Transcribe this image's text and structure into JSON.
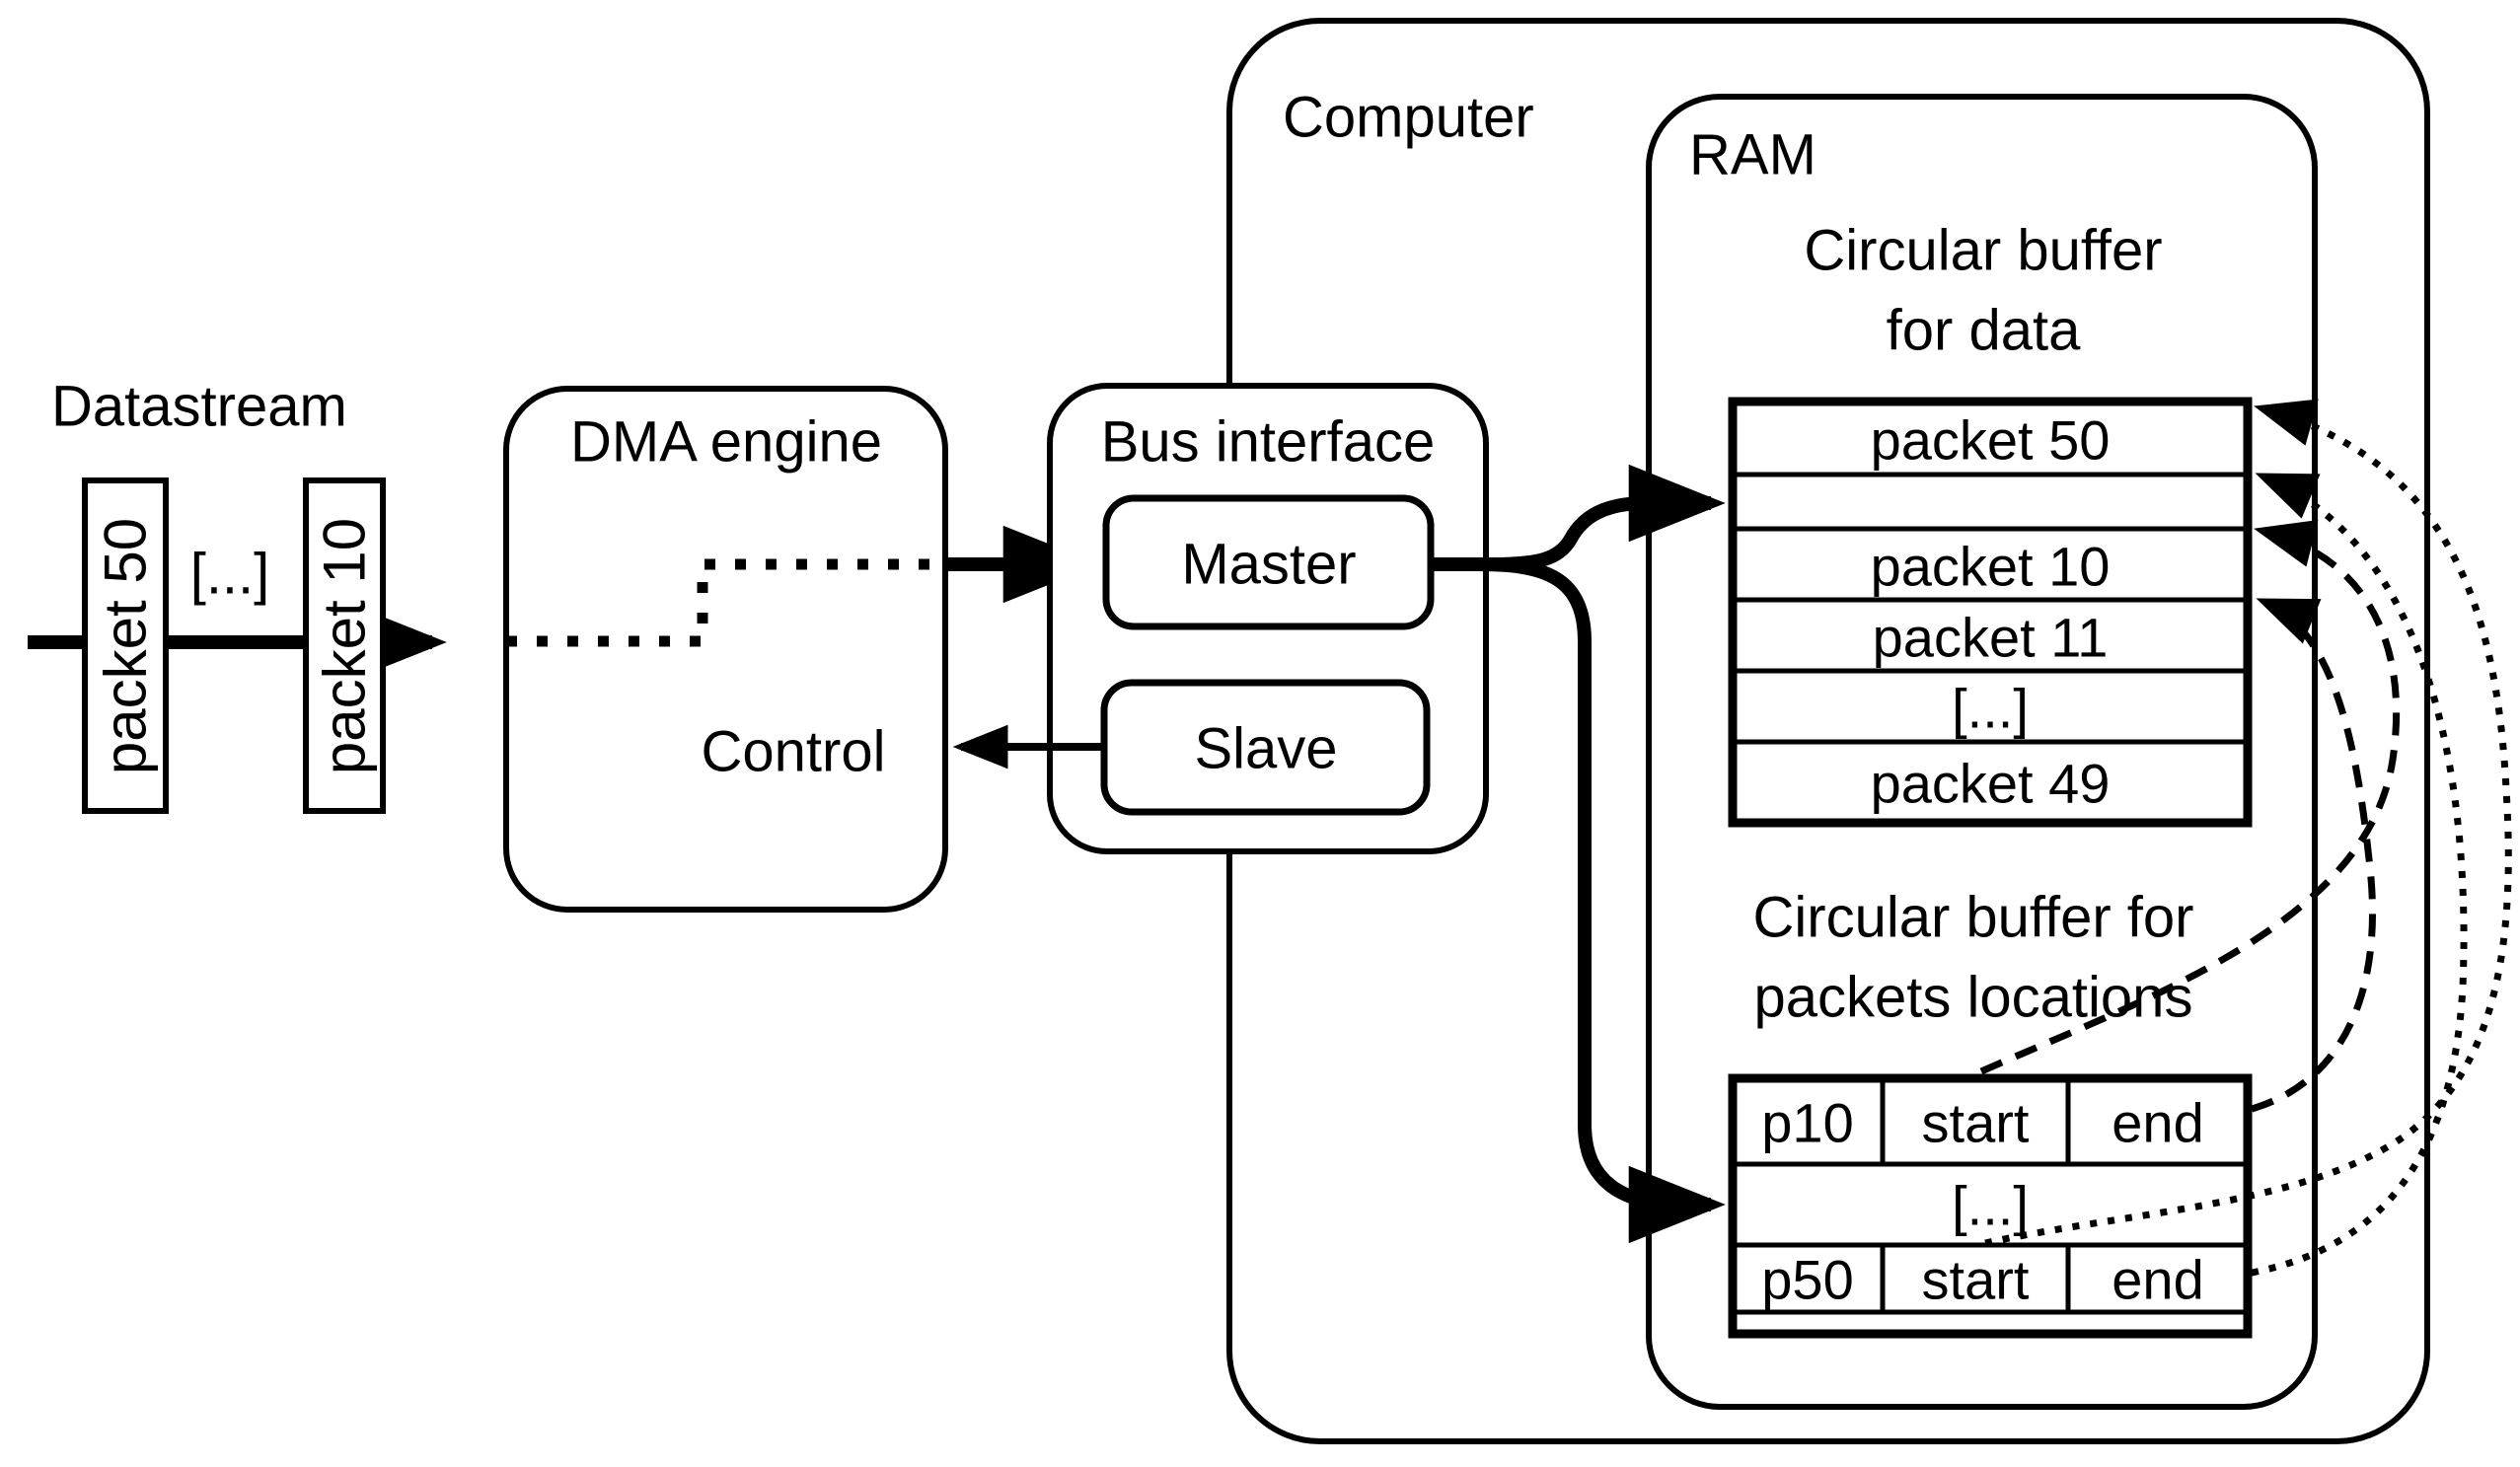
{
  "diagram": {
    "colors": {
      "stroke": "#000000",
      "background": "#ffffff"
    },
    "datastream": {
      "label": "Datastream",
      "ellipsis": "[...]",
      "packets": [
        "packet 50",
        "packet 10"
      ]
    },
    "dma": {
      "label": "DMA engine",
      "control_label": "Control"
    },
    "bus": {
      "label": "Bus interface",
      "master_label": "Master",
      "slave_label": "Slave"
    },
    "computer": {
      "label": "Computer"
    },
    "ram": {
      "label": "RAM"
    },
    "data_buffer": {
      "title_line1": "Circular buffer",
      "title_line2": "for data",
      "rows": [
        "packet 50",
        "",
        "packet 10",
        "packet 11",
        "[...]",
        "packet 49"
      ]
    },
    "location_buffer": {
      "title_line1": "Circular buffer for",
      "title_line2": "packets locations",
      "rows": [
        [
          "p10",
          "start",
          "end"
        ],
        [
          "[...]"
        ],
        [
          "p50",
          "start",
          "end"
        ]
      ]
    }
  }
}
